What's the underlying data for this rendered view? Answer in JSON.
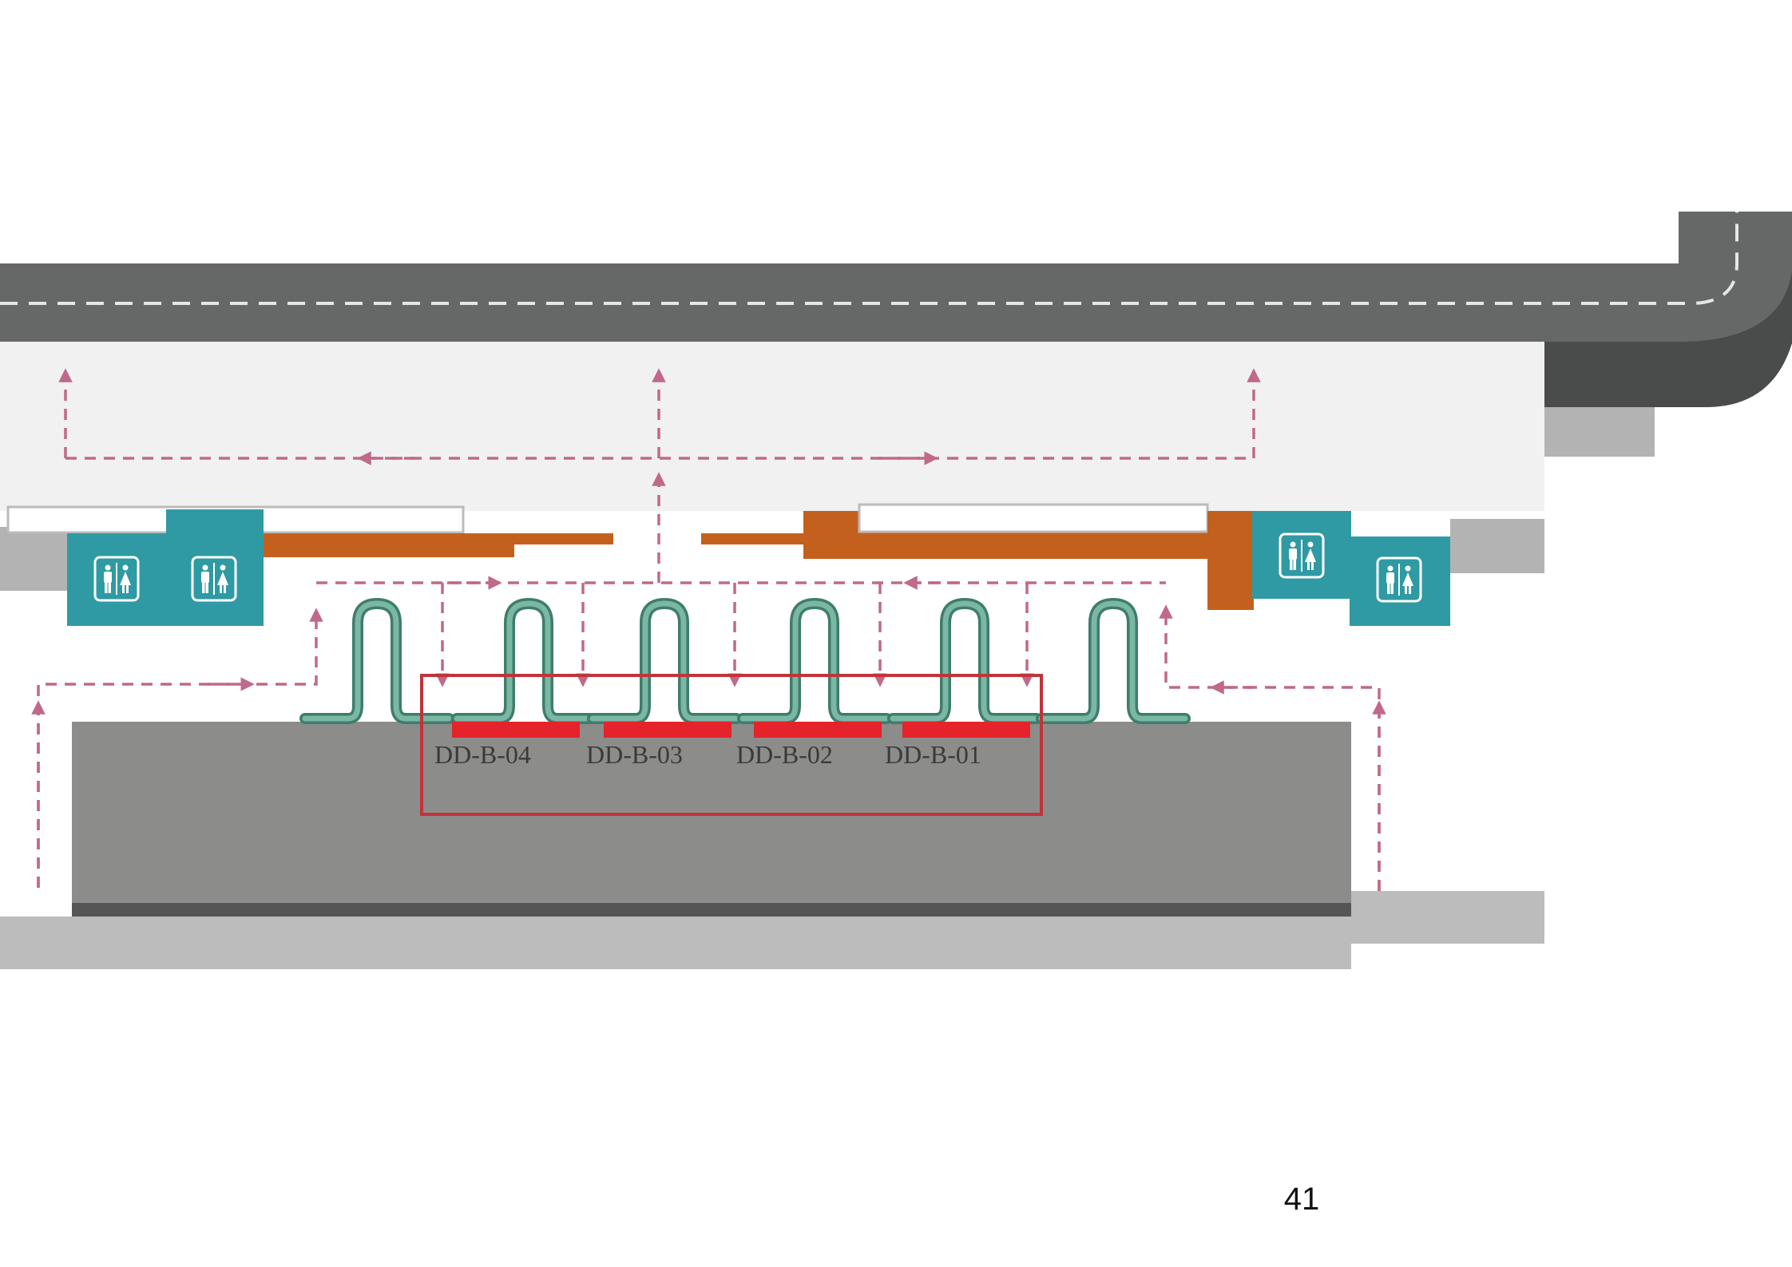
{
  "colors": {
    "road": "#666867",
    "road_dark": "#4a4c4c",
    "lane_mark": "#e6e6e6",
    "plaza": "#f1f1f1",
    "grey_block": "#b3b3b3",
    "building": "#8c8c8b",
    "building_edge": "#555555",
    "platform": "#bcbcbc",
    "restroom": "#2f9aa3",
    "orange_wall": "#c4601e",
    "flow_path": "#c0698a",
    "bridge": "#5f9b89",
    "gate_bar": "#e4232b",
    "highlight_box": "#c0343a"
  },
  "restrooms": [
    {
      "icon": "restroom-icon"
    },
    {
      "icon": "restroom-icon"
    },
    {
      "icon": "restroom-icon"
    },
    {
      "icon": "restroom-icon"
    }
  ],
  "gates": [
    {
      "label": "DD-B-04"
    },
    {
      "label": "DD-B-03"
    },
    {
      "label": "DD-B-02"
    },
    {
      "label": "DD-B-01"
    }
  ],
  "page_number": "41"
}
